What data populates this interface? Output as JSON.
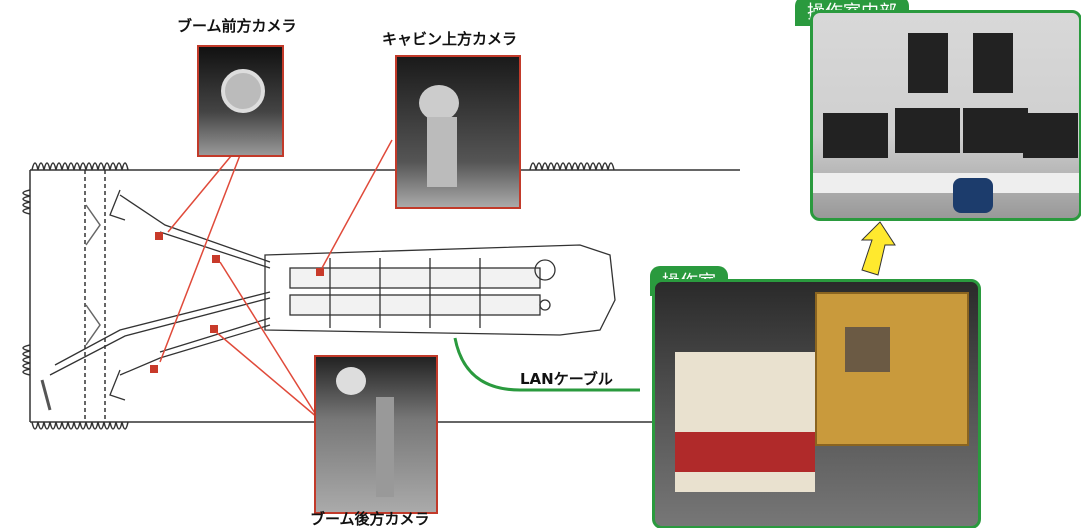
{
  "labels": {
    "boom_front_camera": "ブーム前方カメラ",
    "cabin_top_camera": "キャビン上方カメラ",
    "boom_rear_camera": "ブーム後方カメラ",
    "lan_cable": "LANケーブル",
    "control_room": "操作室",
    "control_room_interior": "操作室内部"
  },
  "colors": {
    "accent_green": "#2a9a3e",
    "pointer_red": "#e04a3a",
    "arrow_yellow": "#ffe92e"
  }
}
